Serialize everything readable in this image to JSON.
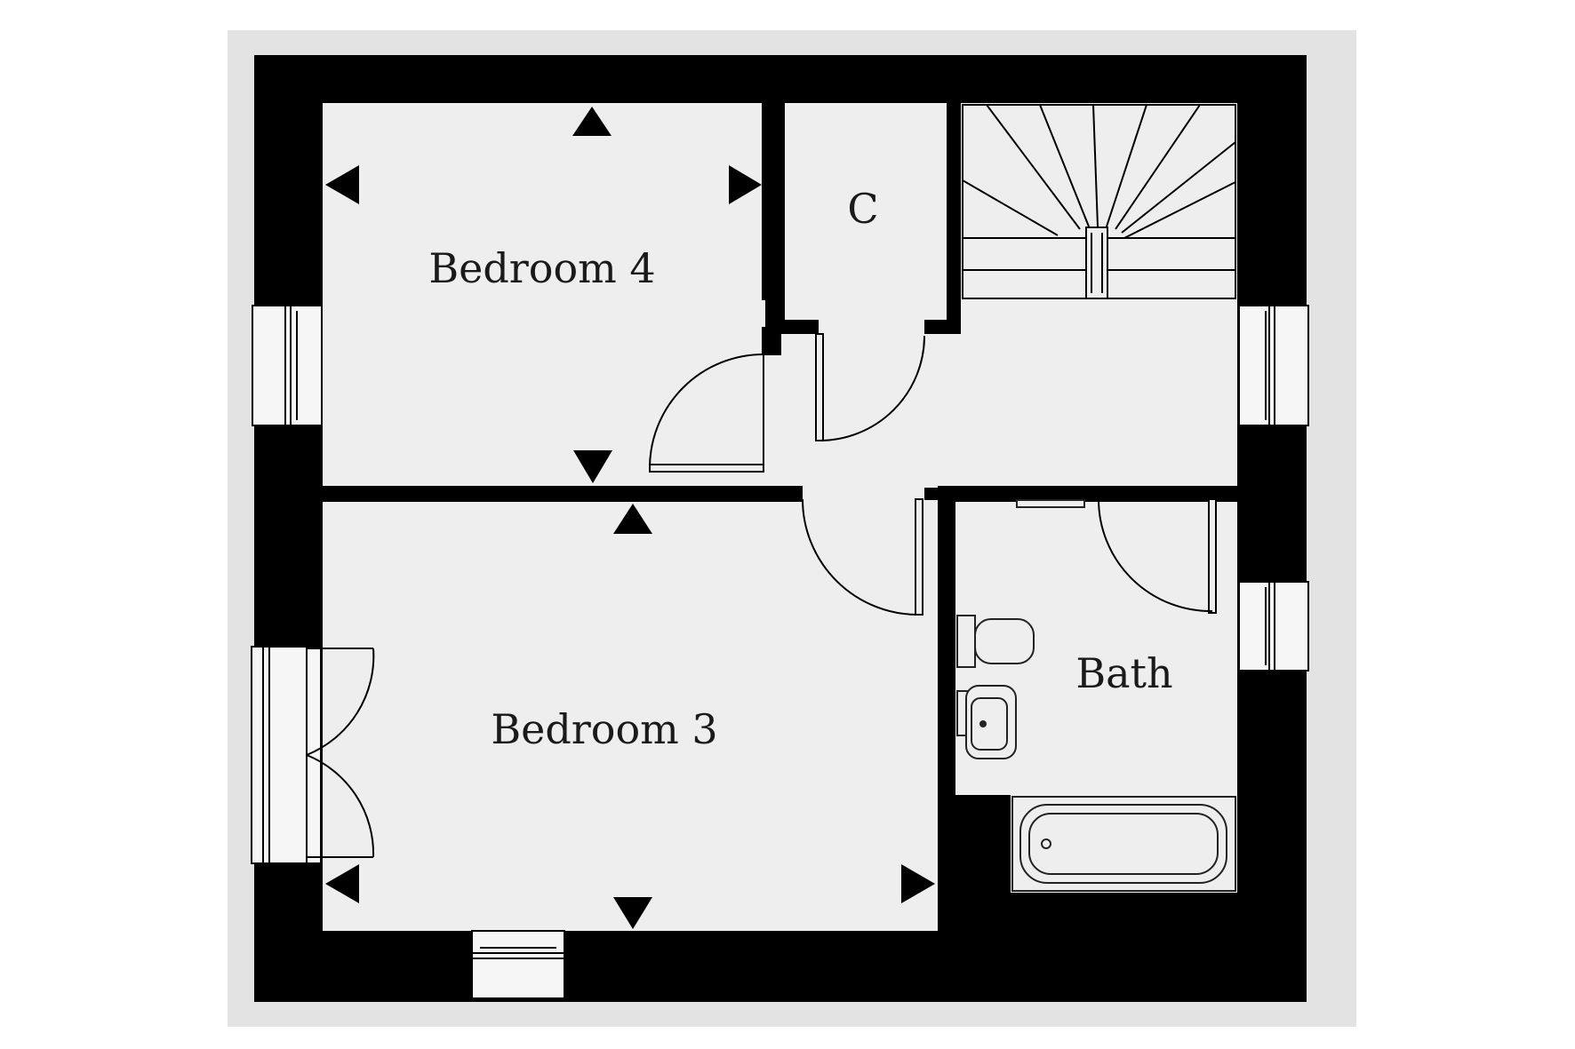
{
  "floorplan": {
    "rooms": [
      {
        "id": "bedroom-4",
        "label": "Bedroom 4"
      },
      {
        "id": "cupboard",
        "label": "C"
      },
      {
        "id": "bedroom-3",
        "label": "Bedroom 3"
      },
      {
        "id": "bath",
        "label": "Bath"
      }
    ]
  },
  "colors": {
    "wall": "#000000",
    "floor": "#eeeeee",
    "paper": "#e3e3e3",
    "background": "#ffffff",
    "window_glass": "#f6f6f6",
    "fixture_line": "#222222"
  }
}
